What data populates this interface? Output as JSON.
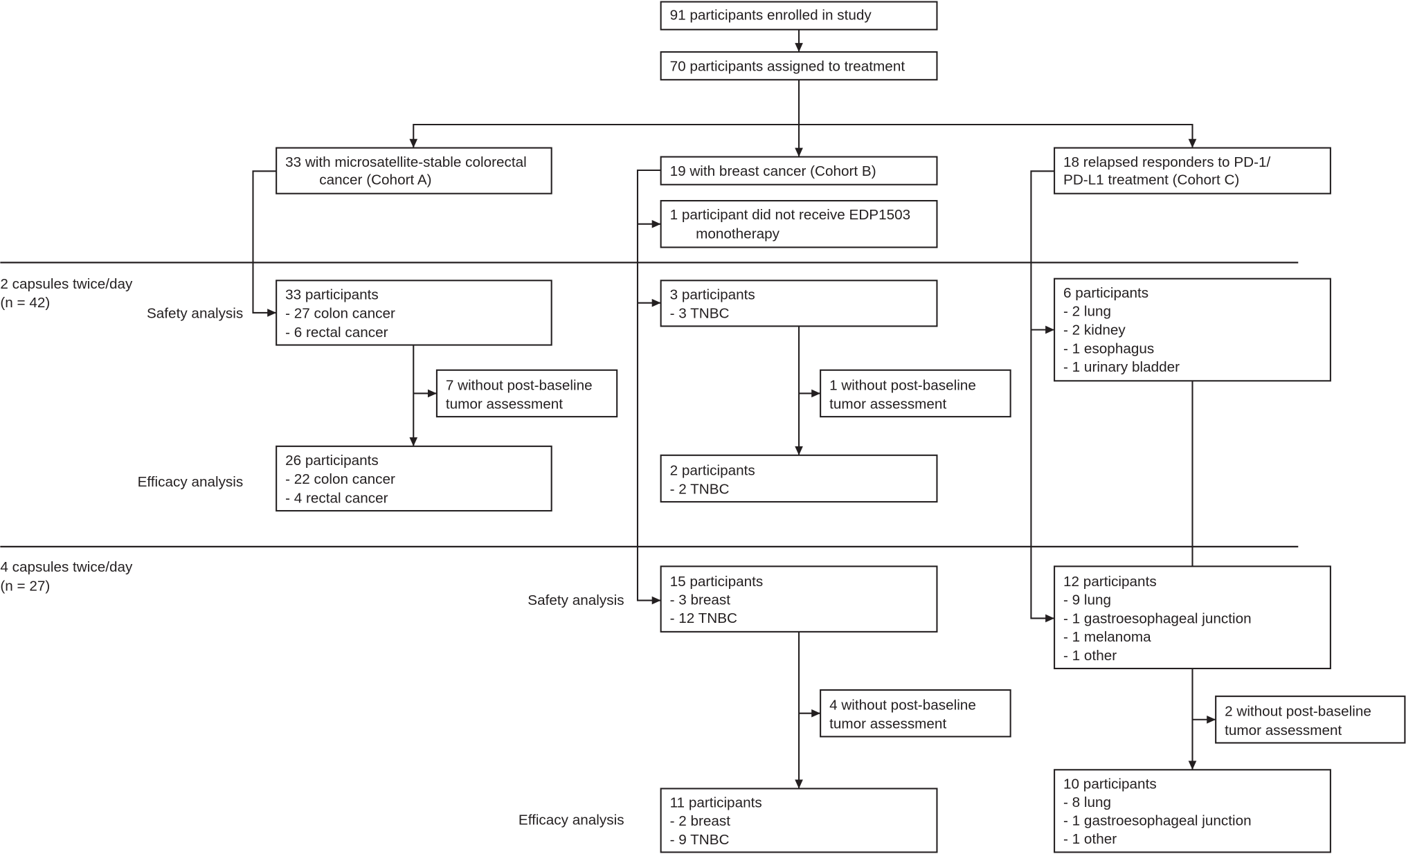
{
  "boxes": {
    "enrolled": [
      "91 participants enrolled in study"
    ],
    "assigned": [
      "70 participants assigned to treatment"
    ],
    "cohort_a": [
      "33 with microsatellite-stable colorectal",
      "cancer (Cohort A)"
    ],
    "cohort_b": [
      "19 with breast cancer (Cohort B)"
    ],
    "cohort_b_excluded": [
      "1 participant did not receive EDP1503",
      "monotherapy"
    ],
    "cohort_c": [
      "18 relapsed responders to PD-1/",
      "PD-L1 treatment (Cohort C)"
    ],
    "a_safety": [
      "33 participants",
      " - 27 colon cancer",
      " - 6 rectal cancer"
    ],
    "a_excluded": [
      "7 without post-baseline",
      "tumor assessment"
    ],
    "a_efficacy": [
      "26 participants",
      " - 22 colon cancer",
      " - 4 rectal cancer"
    ],
    "b_safety_2cap": [
      "3 participants",
      "- 3 TNBC"
    ],
    "b_excluded_2cap": [
      "1 without post-baseline",
      "tumor assessment"
    ],
    "b_efficacy_2cap": [
      "2 participants",
      "- 2 TNBC"
    ],
    "c_safety_2cap": [
      "6 participants",
      " - 2 lung",
      " - 2 kidney",
      " - 1 esophagus",
      " - 1 urinary bladder"
    ],
    "b_safety_4cap": [
      "15 participants",
      " - 3 breast",
      " - 12 TNBC"
    ],
    "b_excluded_4cap": [
      "4 without post-baseline",
      "tumor assessment"
    ],
    "b_efficacy_4cap": [
      "11 participants",
      " - 2 breast",
      " - 9 TNBC"
    ],
    "c_safety_4cap": [
      "12 participants",
      " - 9 lung",
      " - 1 gastroesophageal junction",
      " - 1 melanoma",
      " - 1 other"
    ],
    "c_excluded_4cap": [
      "2 without post-baseline",
      "tumor assessment"
    ],
    "c_efficacy_4cap": [
      "10 participants",
      " - 8 lung",
      " - 1 gastroesophageal junction",
      " - 1 other"
    ]
  },
  "labels": {
    "dose_2cap": "2 capsules twice/day",
    "dose_2cap_n": "(n = 42)",
    "dose_4cap": "4 capsules twice/day",
    "dose_4cap_n": "(n = 27)",
    "safety_2cap": "Safety analysis",
    "efficacy_2cap": "Efficacy analysis",
    "safety_4cap": "Safety analysis",
    "efficacy_4cap": "Efficacy analysis"
  },
  "colors": {
    "ink": "#231f20",
    "background": "#ffffff"
  }
}
